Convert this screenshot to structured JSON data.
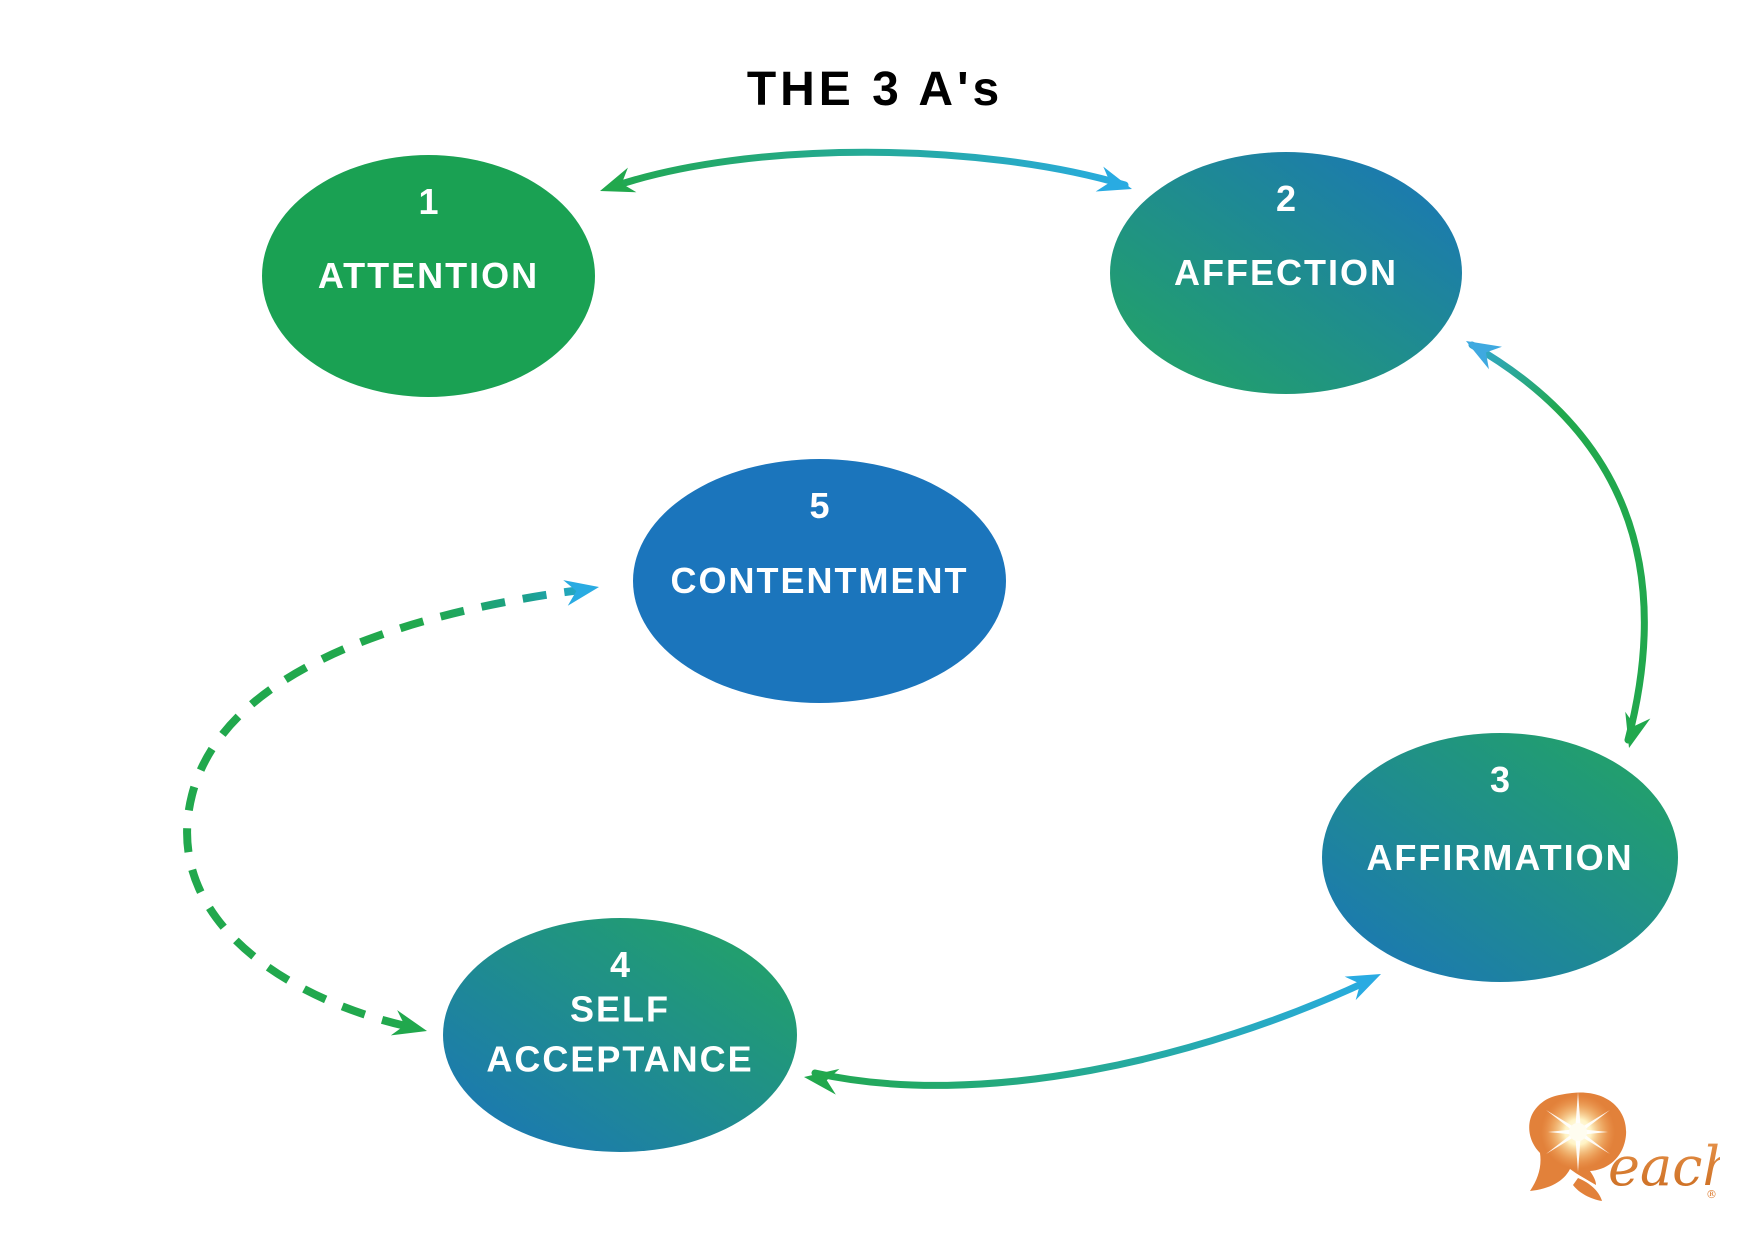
{
  "title": "THE 3 A's",
  "diagram": {
    "nodes": [
      {
        "number": "1",
        "label": "ATTENTION",
        "fill": "solid-green"
      },
      {
        "number": "2",
        "label": "AFFECTION",
        "fill": "gradient-green-to-blue"
      },
      {
        "number": "3",
        "label": "AFFIRMATION",
        "fill": "gradient-blue-to-green"
      },
      {
        "number": "4",
        "label": "SELF ACCEPTANCE",
        "fill": "gradient-blue-to-green"
      },
      {
        "number": "5",
        "label": "CONTENTMENT",
        "fill": "solid-blue"
      }
    ],
    "connections": [
      {
        "from": "ATTENTION",
        "to": "AFFECTION",
        "style": "solid",
        "direction": "bidirectional"
      },
      {
        "from": "AFFECTION",
        "to": "AFFIRMATION",
        "style": "solid",
        "direction": "bidirectional"
      },
      {
        "from": "AFFIRMATION",
        "to": "SELF ACCEPTANCE",
        "style": "solid",
        "direction": "bidirectional"
      },
      {
        "from": "SELF ACCEPTANCE",
        "to": "CONTENTMENT",
        "style": "dashed",
        "direction": "bidirectional"
      }
    ]
  },
  "logo": {
    "text_r": "R",
    "text_rest": "each",
    "registered_mark": "®"
  },
  "colors": {
    "node_green": "#1AA153",
    "node_blue": "#1B75BC",
    "gradient_green": "#23A661",
    "gradient_blue": "#1B74BA",
    "arrow_green": "#21A84D",
    "arrow_light_blue": "#29ABE2",
    "logo_orange": "#DD7D32",
    "title_text": "#000000",
    "node_text": "#FFFFFF",
    "background": "#FFFFFF"
  }
}
